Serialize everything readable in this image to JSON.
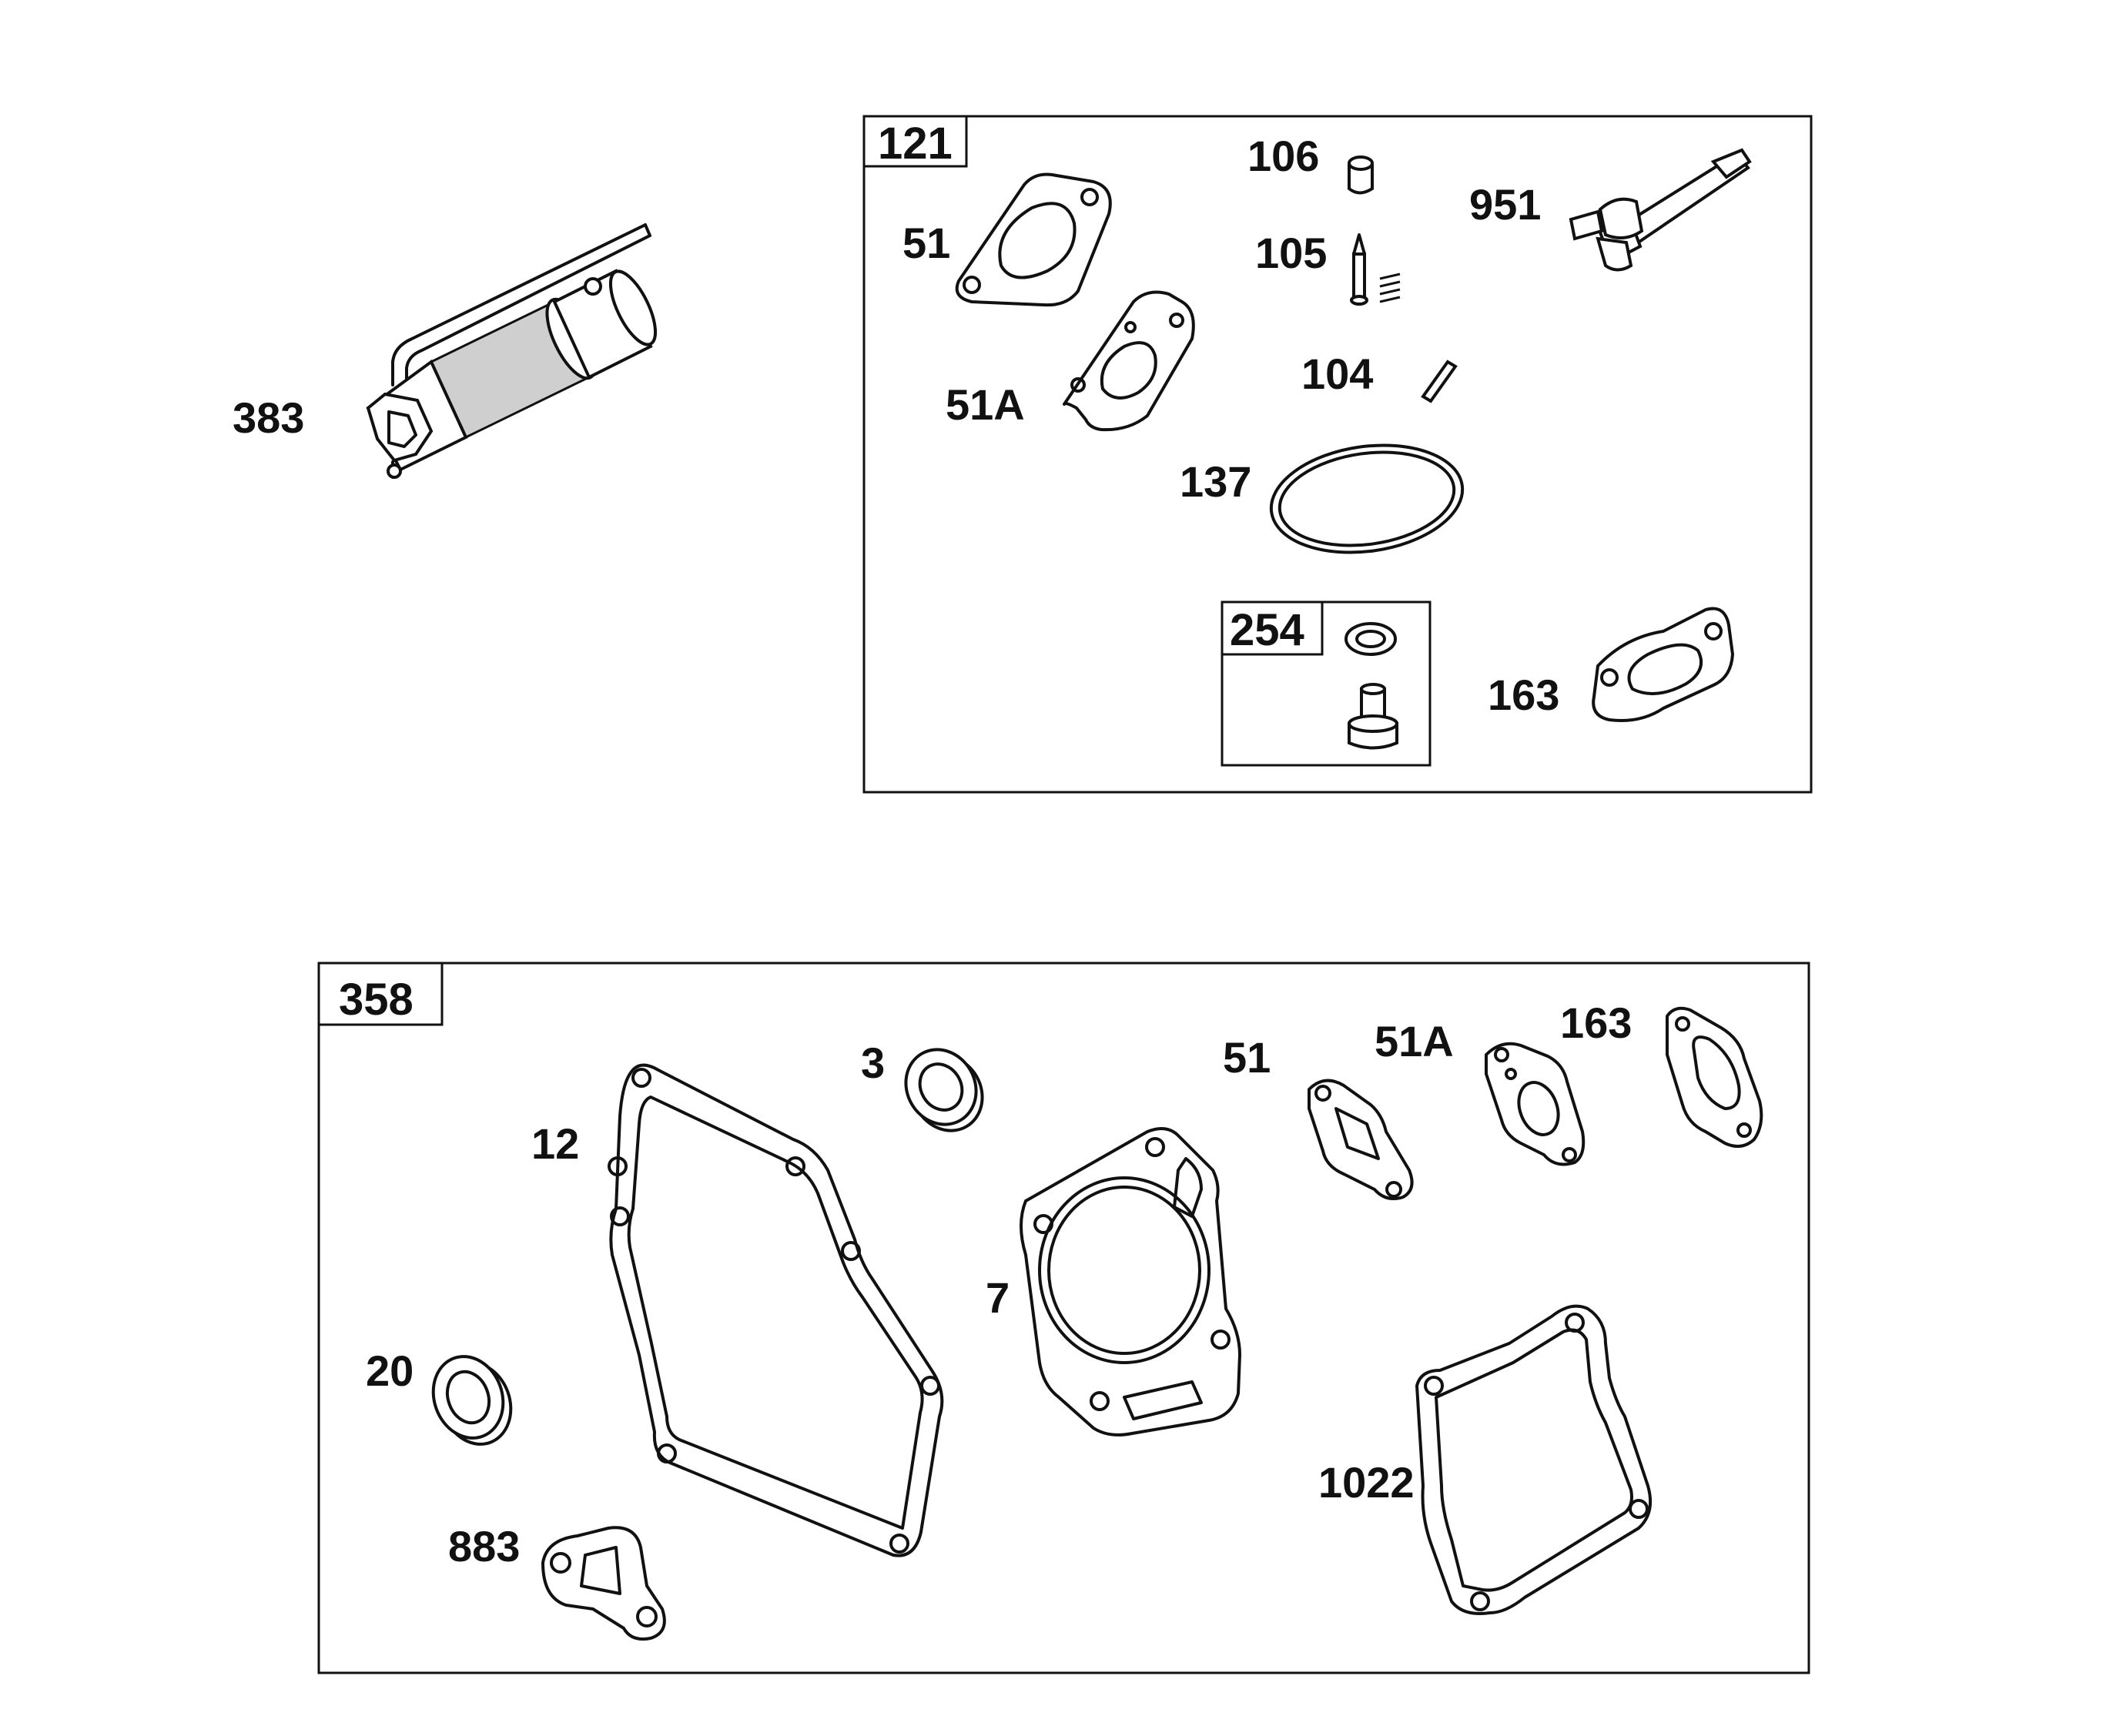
{
  "diagram": {
    "loose_part": {
      "label": "383",
      "icon": "spark-plug-wrench-icon"
    },
    "kit_121": {
      "label": "121",
      "parts": [
        {
          "label": "51",
          "icon": "gasket-icon"
        },
        {
          "label": "51A",
          "icon": "gasket-icon"
        },
        {
          "label": "106",
          "icon": "needle-seat-icon"
        },
        {
          "label": "105",
          "icon": "float-needle-icon"
        },
        {
          "label": "104",
          "icon": "float-hinge-pin-icon"
        },
        {
          "label": "137",
          "icon": "o-ring-icon"
        },
        {
          "label": "951",
          "icon": "fuel-shutoff-valve-icon"
        },
        {
          "label": "163",
          "icon": "gasket-icon"
        }
      ],
      "sub_kit_254": {
        "label": "254",
        "icons": [
          "washer-icon",
          "bolt-icon"
        ]
      }
    },
    "kit_358": {
      "label": "358",
      "parts": [
        {
          "label": "12",
          "icon": "crankcase-gasket-icon"
        },
        {
          "label": "3",
          "icon": "oil-seal-icon"
        },
        {
          "label": "20",
          "icon": "oil-seal-icon"
        },
        {
          "label": "883",
          "icon": "gasket-icon"
        },
        {
          "label": "7",
          "icon": "cylinder-head-gasket-icon"
        },
        {
          "label": "51",
          "icon": "gasket-icon"
        },
        {
          "label": "51A",
          "icon": "gasket-icon"
        },
        {
          "label": "163",
          "icon": "gasket-icon"
        },
        {
          "label": "1022",
          "icon": "valve-cover-gasket-icon"
        }
      ]
    }
  }
}
